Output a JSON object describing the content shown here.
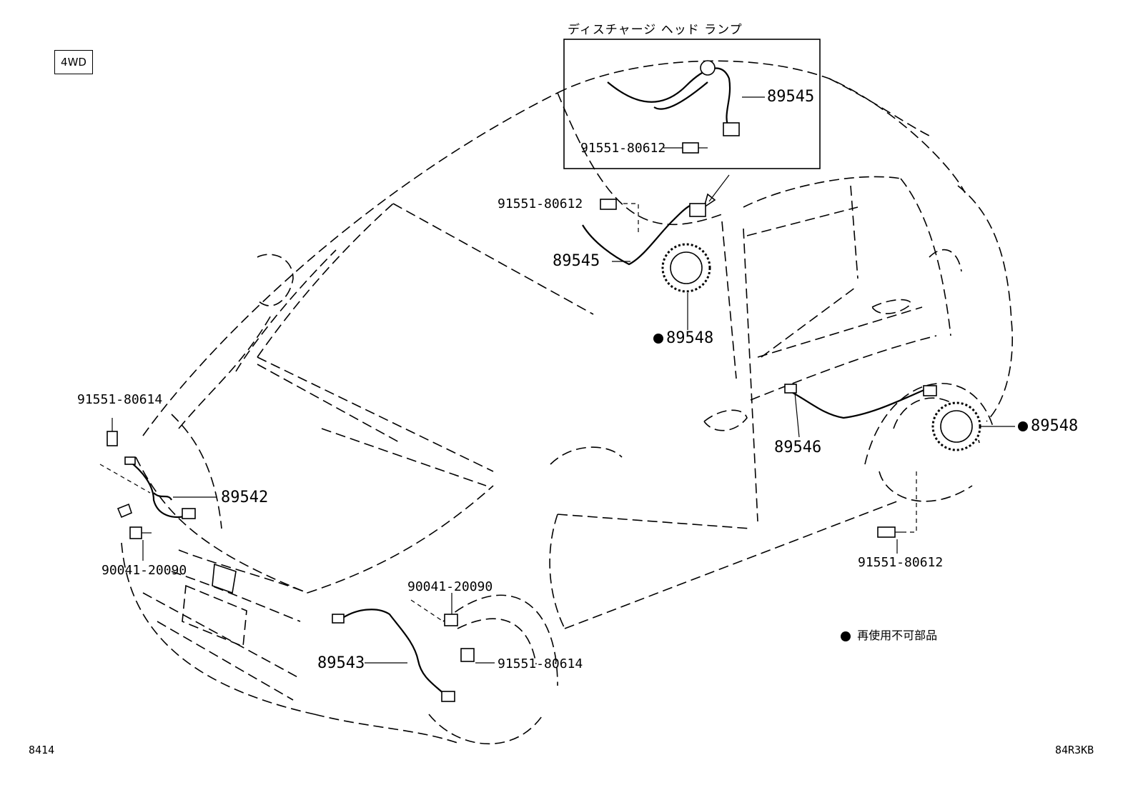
{
  "badge": "4WD",
  "inset": {
    "title": "ディスチャージ ヘッド ランプ",
    "label_sensor": "89545",
    "label_bolt": "91551-80612"
  },
  "labels": {
    "bolt_upper": "91551-80612",
    "sensor_rear_left": "89545",
    "rotor_upper": "89548",
    "rotor_right": "89548",
    "sensor_rear_right": "89546",
    "bolt_rear_right": "91551-80612",
    "bolt_front_left_top": "91551-80614",
    "sensor_front_left": "89542",
    "bolt_front_left": "90041-20090",
    "bolt_front_right": "90041-20090",
    "sensor_front_right": "89543",
    "bolt_front_right_low": "91551-80614"
  },
  "legend": "再使用不可部品",
  "footer": {
    "left": "8414",
    "right": "84R3KB"
  }
}
